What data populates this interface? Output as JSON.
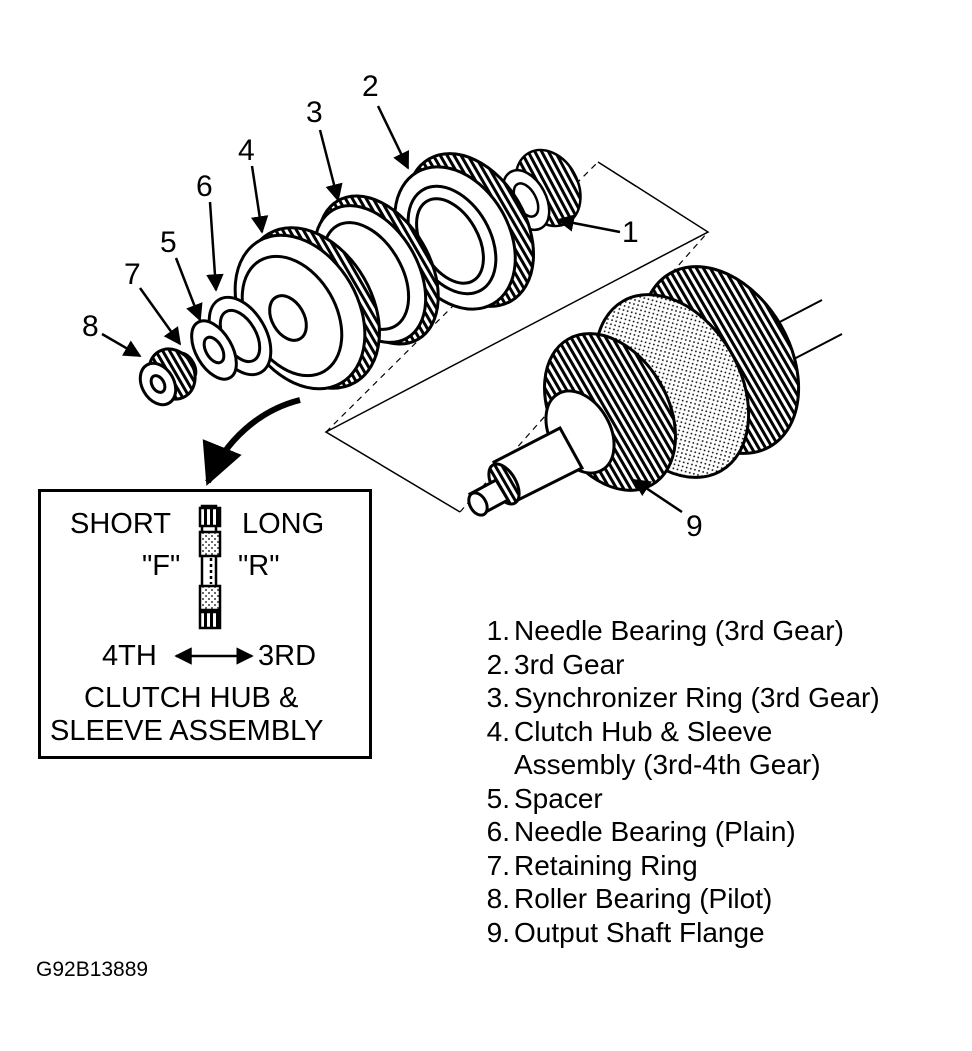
{
  "callouts": [
    "1",
    "2",
    "3",
    "4",
    "5",
    "6",
    "7",
    "8",
    "9"
  ],
  "inset": {
    "short": "SHORT",
    "long": "LONG",
    "f": "\"F\"",
    "r": "\"R\"",
    "fourth": "4TH",
    "third": "3RD",
    "title_line1": "CLUTCH HUB &",
    "title_line2": "SLEEVE ASSEMBLY"
  },
  "legend": [
    {
      "num": "1.",
      "text": "Needle Bearing (3rd Gear)"
    },
    {
      "num": "2.",
      "text": "3rd Gear"
    },
    {
      "num": "3.",
      "text": "Synchronizer Ring (3rd Gear)"
    },
    {
      "num": "4.",
      "text": "Clutch Hub & Sleeve"
    },
    {
      "num": "",
      "text": "Assembly (3rd-4th Gear)"
    },
    {
      "num": "5.",
      "text": "Spacer"
    },
    {
      "num": "6.",
      "text": "Needle Bearing (Plain)"
    },
    {
      "num": "7.",
      "text": "Retaining Ring"
    },
    {
      "num": "8.",
      "text": "Roller Bearing (Pilot)"
    },
    {
      "num": "9.",
      "text": "Output Shaft Flange"
    }
  ],
  "figure_id": "G92B13889",
  "colors": {
    "ink": "#000000",
    "paper": "#ffffff"
  }
}
